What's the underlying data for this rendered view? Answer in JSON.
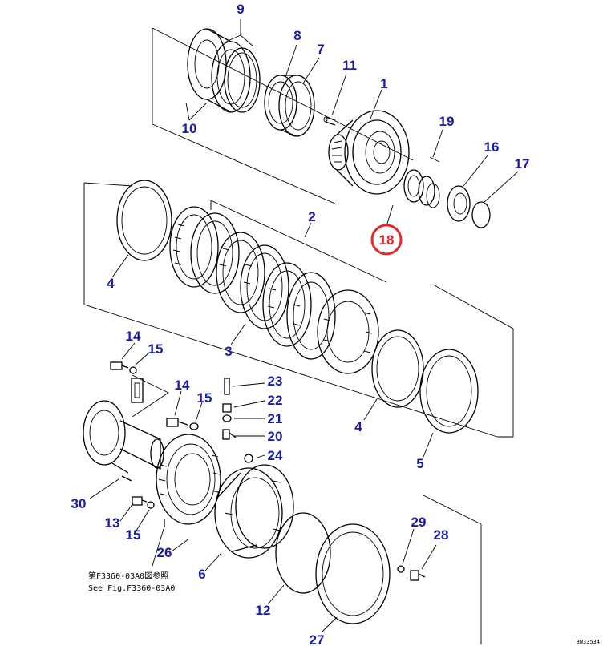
{
  "callouts": {
    "n9": "9",
    "n8": "8",
    "n7": "7",
    "n11": "11",
    "n1": "1",
    "n10": "10",
    "n19": "19",
    "n16": "16",
    "n17": "17",
    "n18": "18",
    "n2": "2",
    "n4a": "4",
    "n3": "3",
    "n4b": "4",
    "n5": "5",
    "n14a": "14",
    "n15a": "15",
    "n14b": "14",
    "n15b": "15",
    "n23": "23",
    "n22": "22",
    "n21": "21",
    "n20": "20",
    "n24": "24",
    "n30": "30",
    "n13": "13",
    "n15c": "15",
    "n26": "26",
    "n6": "6",
    "n29": "29",
    "n28": "28",
    "n12": "12",
    "n27": "27"
  },
  "highlighted_callout": "18",
  "reference_note": {
    "japanese": "第F3360-03A0図参照",
    "english": "See Fig.F3360-03A0"
  },
  "drawing_code": "BW33534",
  "colors": {
    "callout_text": "#1a1aa6",
    "highlight": "#e32828",
    "line_art": "#000000",
    "background": "#ffffff"
  }
}
